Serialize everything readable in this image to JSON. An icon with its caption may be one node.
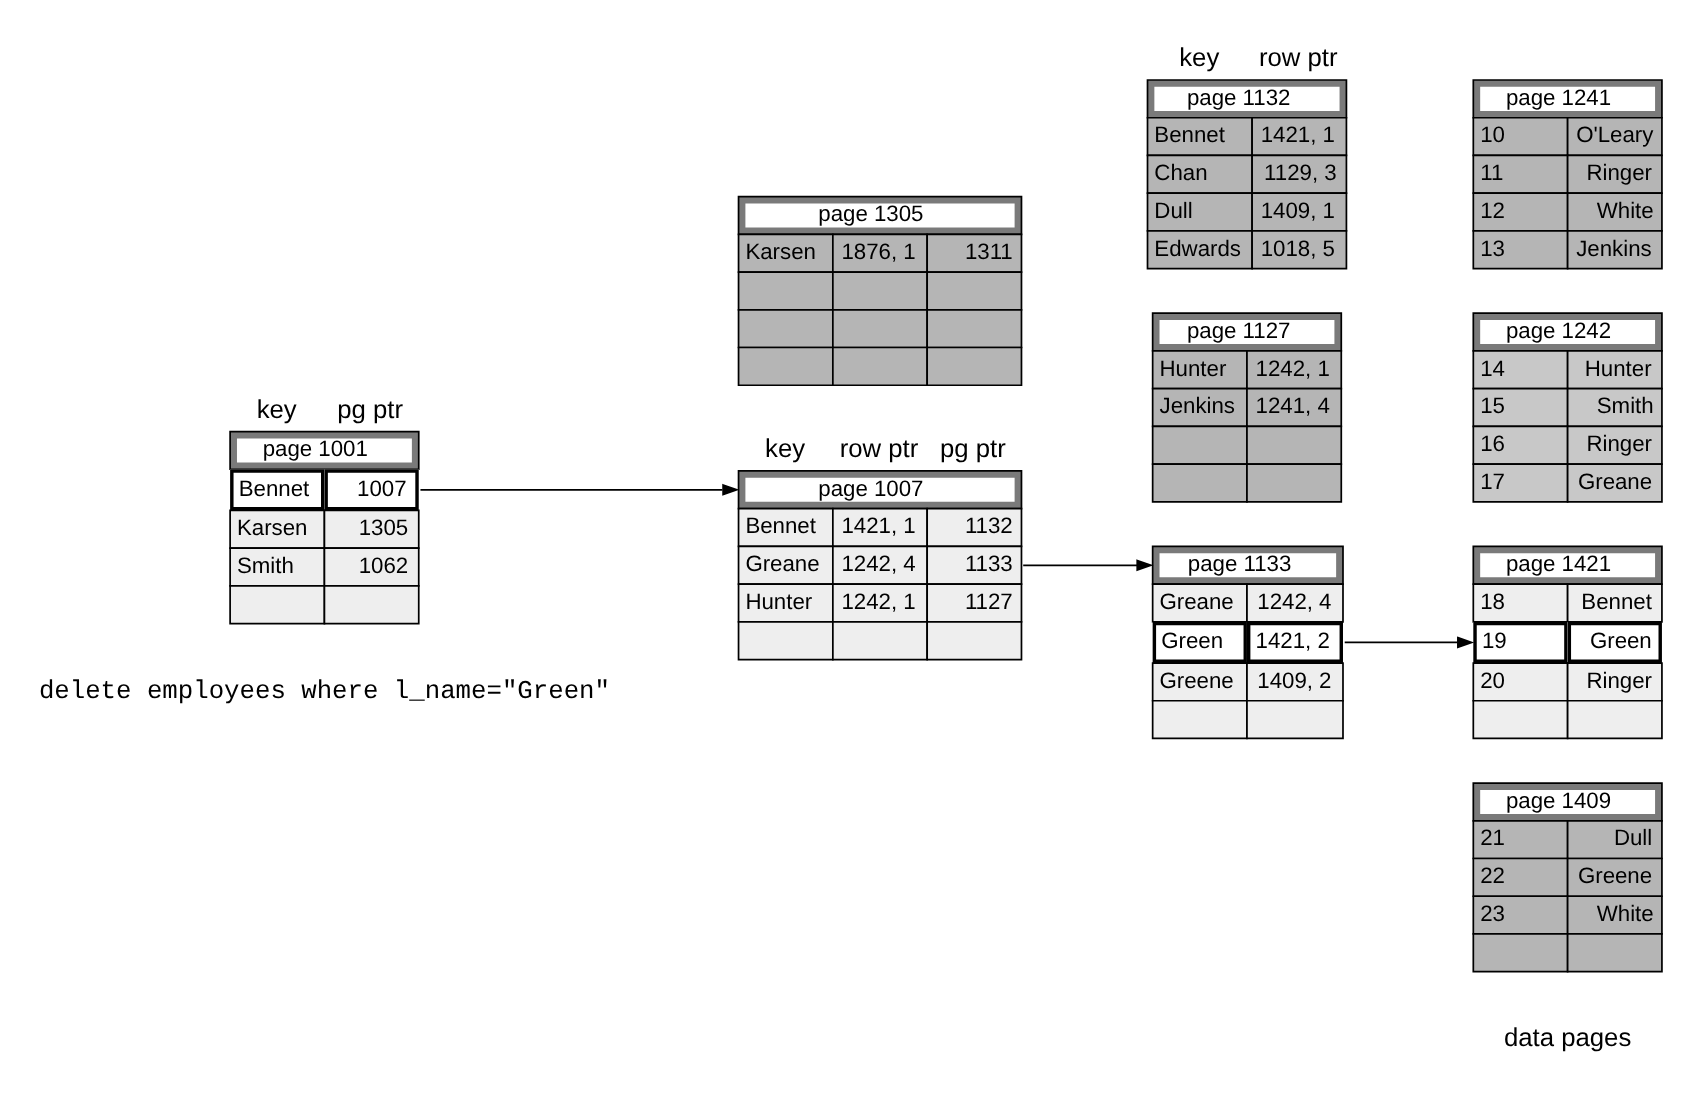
{
  "diagram": {
    "nodes": [
      {
        "text": [
          "key",
          "pg ptr",
          "page 1001",
          "Bennet",
          "1007",
          "Karsen",
          "1305",
          "Smith",
          "1062"
        ]
      },
      {
        "text": [
          "key",
          "row ptr",
          "pg ptr",
          "page 1007",
          "Bennet",
          "1421, 1",
          "1132",
          "Greane",
          "1242, 4",
          "1133",
          "Hunter",
          "1242, 1",
          "1127"
        ]
      },
      {
        "text": [
          "page 1305",
          "Karsen",
          "1876, 1",
          "1311"
        ]
      },
      {
        "text": [
          "key",
          "row ptr",
          "page 1132",
          "Bennet",
          "1421, 1",
          "Chan",
          "1129, 3",
          "Dull",
          "1409, 1",
          "Edwards",
          "1018, 5"
        ]
      },
      {
        "text": [
          "page 1133",
          "Greane",
          "1242, 4",
          "Green",
          "1421, 2",
          "Greene",
          "1409, 2"
        ]
      },
      {
        "text": [
          "page 1127",
          "Hunter",
          "1242, 1",
          "Jenkins",
          "1241, 4"
        ]
      },
      {
        "text": [
          "page 1241",
          "10",
          "O'Leary",
          "11",
          "Ringer",
          "12",
          "White",
          "13",
          "Jenkins"
        ]
      },
      {
        "text": [
          "page 1242",
          "14",
          "Hunter",
          "15",
          "Smith",
          "16",
          "Ringer",
          "17",
          "Greane"
        ]
      },
      {
        "text": [
          "page 1421",
          "18",
          "Bennet",
          "19",
          "Green",
          "20",
          "Ringer"
        ]
      },
      {
        "text": [
          "page 1409",
          "21",
          "Dull",
          "22",
          "Greene",
          "23",
          "White"
        ]
      }
    ],
    "edges": [
      {
        "from": 0,
        "to": 1,
        "arrow": "to"
      },
      {
        "from": 1,
        "to": 4,
        "arrow": "to"
      },
      {
        "from": 4,
        "to": 8,
        "arrow": "to"
      }
    ],
    "labels": [
      "delete employees where l_name=\"Green\"",
      "data pages"
    ]
  }
}
